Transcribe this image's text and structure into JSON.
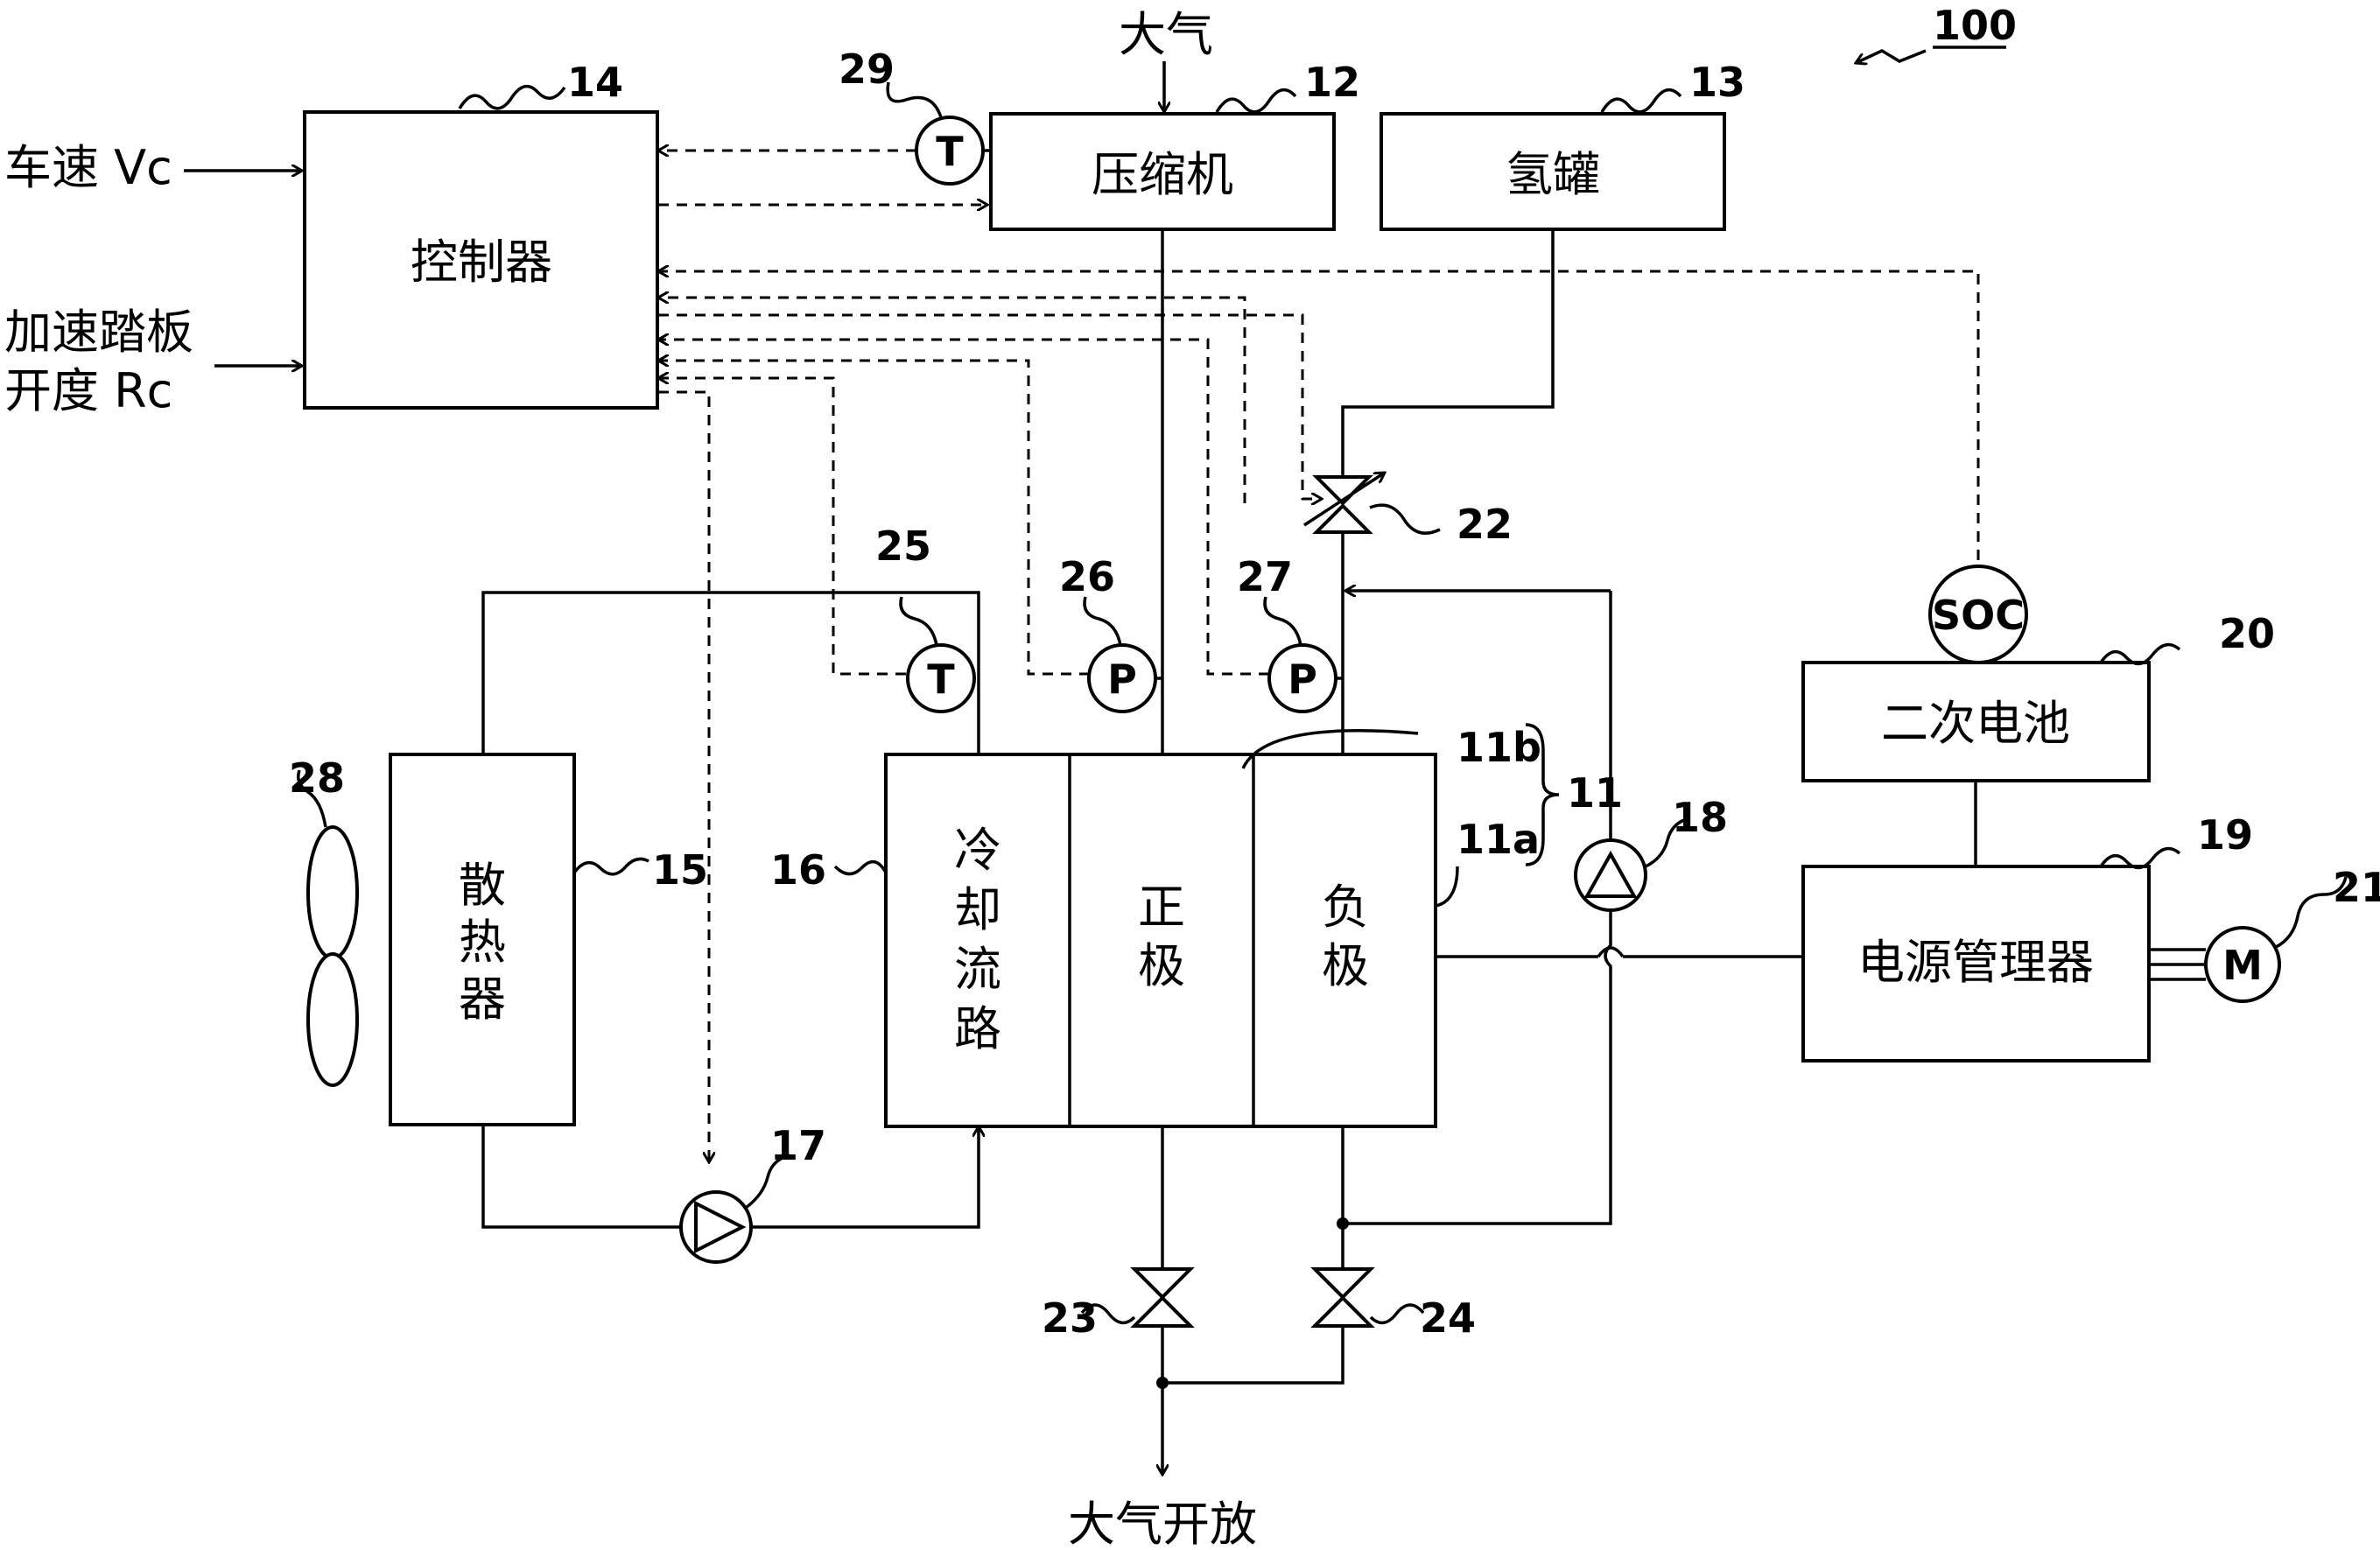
{
  "figure_ref": "100",
  "inputs": {
    "vehicle_speed": "车速 Vc",
    "accel_line1": "加速踏板",
    "accel_line2": "开度 Rc"
  },
  "atmosphere_top": "大气",
  "atmosphere_release": "大气开放",
  "blocks": {
    "controller": "控制器",
    "compressor": "压缩机",
    "hydrogen_tank": "氢罐",
    "radiator": [
      "散",
      "热",
      "器"
    ],
    "cooling_path": [
      "冷",
      "却",
      "流",
      "路"
    ],
    "cathode": [
      "正",
      "极"
    ],
    "anode": [
      "负",
      "极"
    ],
    "battery": "二次电池",
    "power_manager": "电源管理器"
  },
  "sensors": {
    "temp_29": "T",
    "temp_25": "T",
    "press_26": "P",
    "press_27": "P",
    "soc": "SOC",
    "motor": "M"
  },
  "refs": {
    "r11": "11",
    "r11a": "11a",
    "r11b": "11b",
    "r12": "12",
    "r13": "13",
    "r14": "14",
    "r15": "15",
    "r16": "16",
    "r17": "17",
    "r18": "18",
    "r19": "19",
    "r20": "20",
    "r21": "21",
    "r22": "22",
    "r23": "23",
    "r24": "24",
    "r25": "25",
    "r26": "26",
    "r27": "27",
    "r28": "28",
    "r29": "29"
  }
}
